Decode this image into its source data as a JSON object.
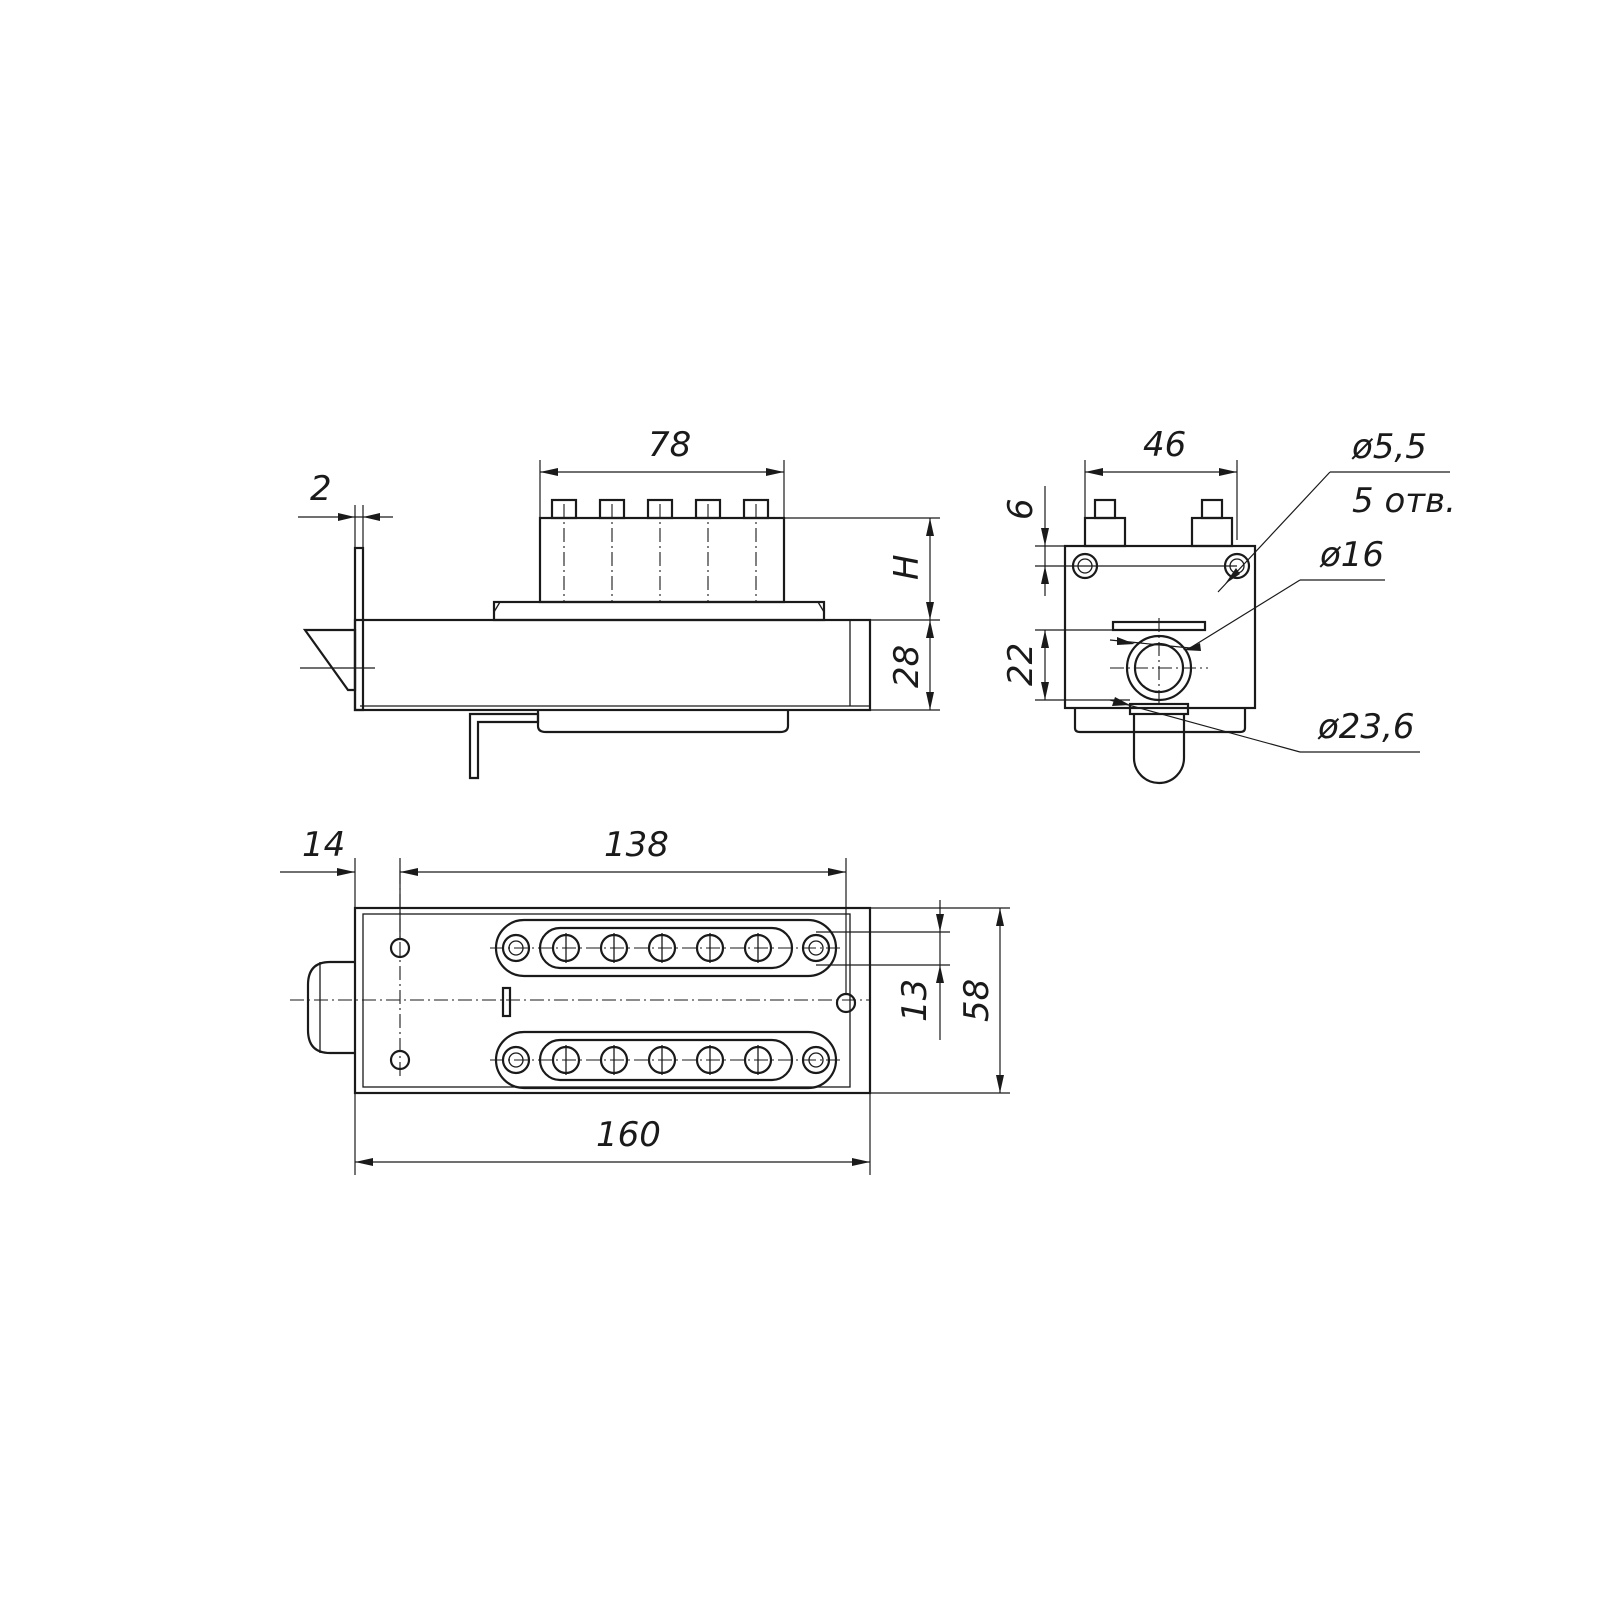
{
  "drawing": {
    "views": [
      "side-view",
      "end-view",
      "top-view"
    ]
  },
  "dimensions": {
    "side": {
      "plate_thickness": "2",
      "button_span": "78",
      "height": "H",
      "body_height": "28"
    },
    "end": {
      "width": "46",
      "offset": "6",
      "cylinder_offset": "22",
      "hole_diameter": "ø5,5",
      "hole_count": "5 отв.",
      "cylinder_diameter": "ø16",
      "outer_diameter": "ø23,6"
    },
    "top": {
      "left_offset": "14",
      "hole_span": "138",
      "rows_offset": "13",
      "width": "58",
      "overall_length": "160"
    }
  }
}
